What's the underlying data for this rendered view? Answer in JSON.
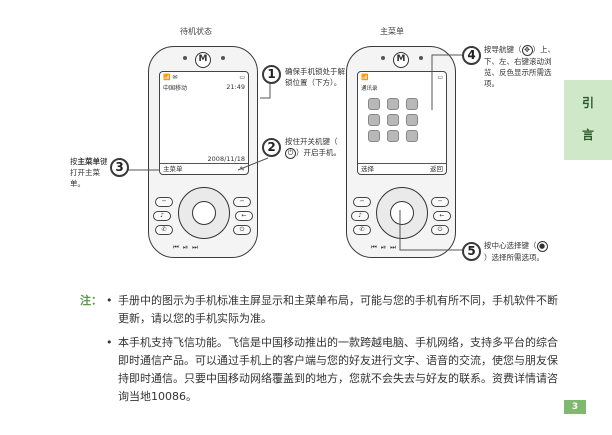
{
  "captions": {
    "standby": "待机状态",
    "main_menu": "主菜单"
  },
  "standby_screen": {
    "status_right": "21:49",
    "operator": "中国移动",
    "date": "2008/11/18",
    "softkey_left": "主菜单",
    "softkey_right": ""
  },
  "menu_screen": {
    "title": "通讯录",
    "softkey_left": "选择",
    "softkey_right": "返回"
  },
  "callouts": [
    {
      "num": "1",
      "text": "确保手机锁处于解锁位置（下方）。"
    },
    {
      "num": "2",
      "text_before": "按住开关机键（",
      "text_after": "）开启手机。"
    },
    {
      "num": "3",
      "bold": "主菜单",
      "prefix": "按",
      "suffix": "键打开主菜单。"
    },
    {
      "num": "4",
      "text_before": "按导航键（",
      "text_after": "）上、下、左、右键滚动浏览、反色显示所需选项。"
    },
    {
      "num": "5",
      "text_before": "按中心选择键（",
      "text_after": "）选择所需选项。"
    }
  ],
  "sidetab": {
    "char1": "引",
    "char2": "言"
  },
  "notes": {
    "label": "注：",
    "bullet": "•",
    "items": [
      "手册中的图示为手机标准主屏显示和主菜单布局，可能与您的手机有所不同，手机软件不断更新，请以您的手机实际为准。",
      "本手机支持飞信功能。飞信是中国移动推出的一款跨越电脑、手机网络，支持多平台的综合即时通信产品。可以通过手机上的客户端与您的好友进行文字、语音的交流，使您与朋友保持即时通信。只要中国移动网络覆盖到的地方，您就不会失去与好友的联系。资费详情请咨询当地10086。"
    ]
  },
  "page_number": "3",
  "colors": {
    "accent_green": "#7fb86e",
    "tab_bg": "#cfe8c8"
  }
}
